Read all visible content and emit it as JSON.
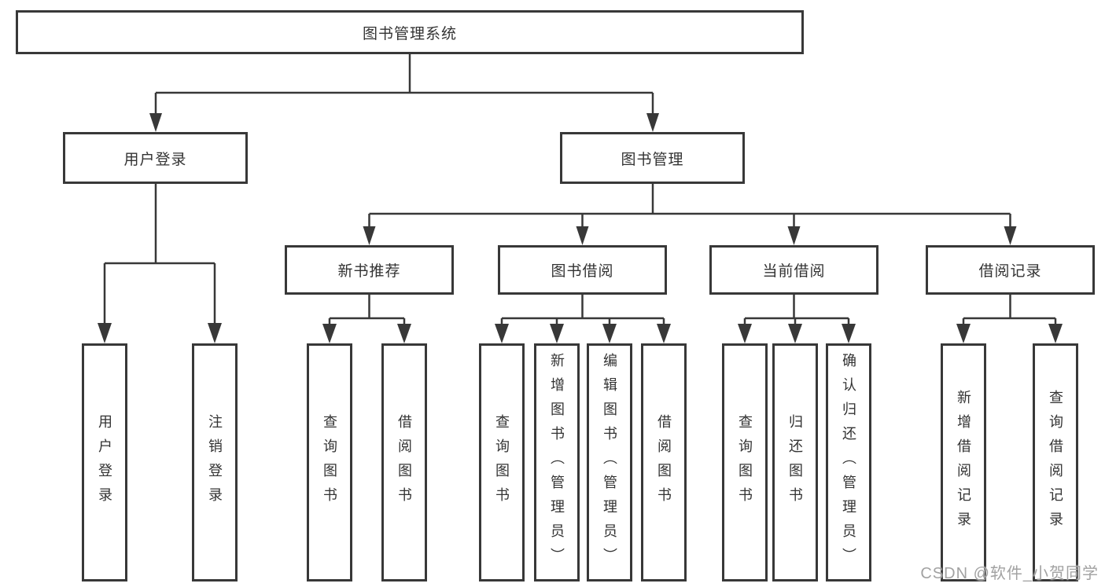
{
  "colors": {
    "line": "#383838",
    "box_border": "#383838",
    "text": "#333333",
    "background": "#ffffff",
    "watermark": "#a2a2a2"
  },
  "watermark": {
    "text": "CSDN @软件_小贺同学"
  },
  "tree": {
    "root": {
      "label": "图书管理系统"
    },
    "level2": [
      {
        "label": "用户登录"
      },
      {
        "label": "图书管理"
      }
    ],
    "level3": [
      {
        "label": "新书推荐"
      },
      {
        "label": "图书借阅"
      },
      {
        "label": "当前借阅"
      },
      {
        "label": "借阅记录"
      }
    ],
    "leaves": {
      "user_login": [
        {
          "label": "用户登录"
        },
        {
          "label": "注销登录"
        }
      ],
      "new_book_recommend": [
        {
          "label": "查询图书"
        },
        {
          "label": "借阅图书"
        }
      ],
      "book_borrowing": [
        {
          "label": "查询图书"
        },
        {
          "label": "新增图书（管理员）"
        },
        {
          "label": "编辑图书（管理员）"
        },
        {
          "label": "借阅图书"
        }
      ],
      "current_borrowing": [
        {
          "label": "查询图书"
        },
        {
          "label": "归还图书"
        },
        {
          "label": "确认归还（管理员）"
        }
      ],
      "borrowing_records": [
        {
          "label": "新增借阅记录"
        },
        {
          "label": "查询借阅记录"
        }
      ]
    }
  }
}
